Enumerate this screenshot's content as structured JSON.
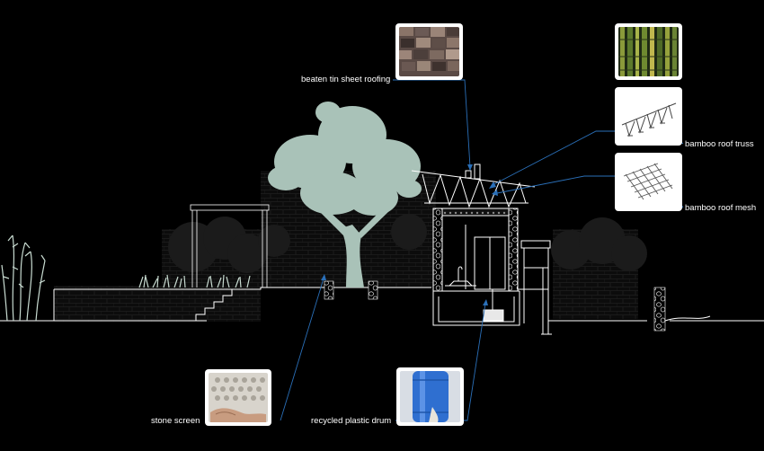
{
  "callouts": {
    "roofing": "beaten tin sheet roofing",
    "truss": "bamboo roof truss",
    "mesh": "bamboo roof mesh",
    "screen": "stone screen",
    "drum": "recycled plastic drum"
  },
  "colors": {
    "background": "#000000",
    "line": "#ffffff",
    "leader": "#2a6fb8",
    "tree": "#a9c2b8",
    "greenery": "#c9dcd2",
    "drum_blue": "#2f6fd0"
  },
  "thumbnails": [
    {
      "name": "tin-roofing-photo"
    },
    {
      "name": "bamboo-photo"
    },
    {
      "name": "bamboo-truss-sketch"
    },
    {
      "name": "bamboo-mesh-sketch"
    },
    {
      "name": "stone-screen-photo"
    },
    {
      "name": "plastic-drum-photo"
    }
  ]
}
